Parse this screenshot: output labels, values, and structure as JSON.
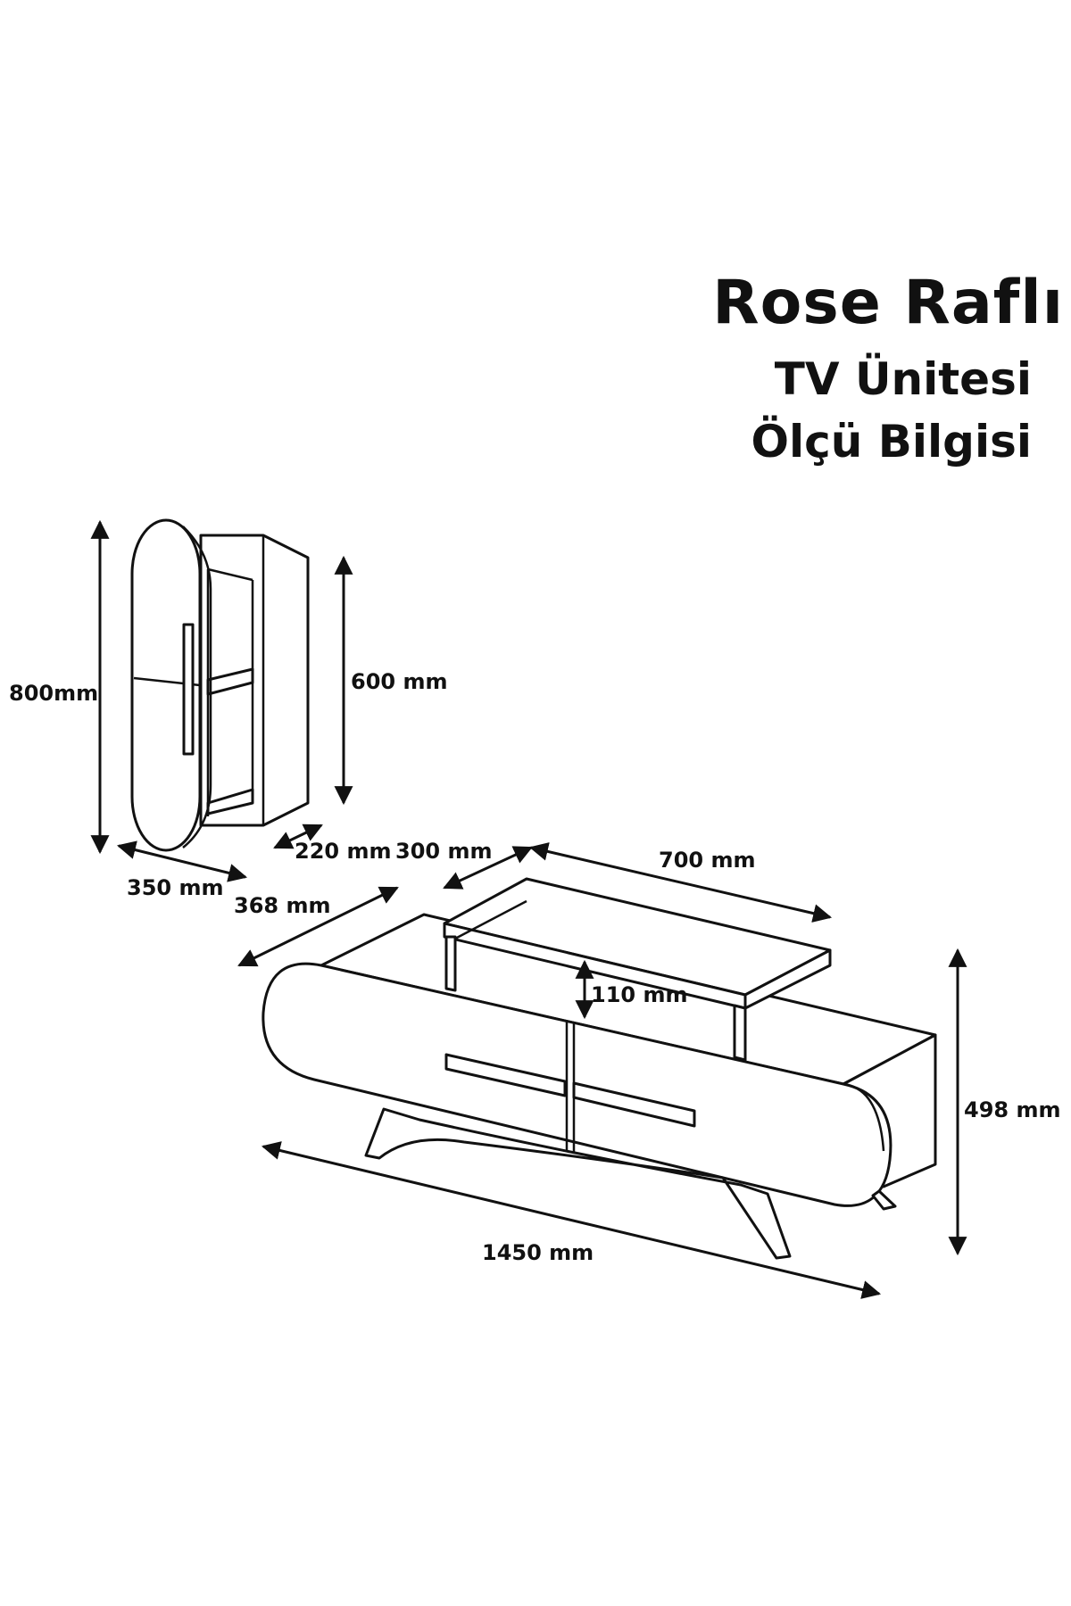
{
  "title": {
    "line1": "Rose Raflı",
    "line2": "TV Ünitesi",
    "line3": "Ölçü Bilgisi"
  },
  "dimensions": {
    "wall_height": "800mm",
    "wall_inner_height": "600 mm",
    "wall_width": "350 mm",
    "wall_depth": "220 mm",
    "wall_right_depth": "300 mm",
    "tv_depth": "368 mm",
    "shelf_width": "700 mm",
    "shelf_height": "110 mm",
    "tv_height": "498 mm",
    "tv_width": "1450 mm"
  }
}
